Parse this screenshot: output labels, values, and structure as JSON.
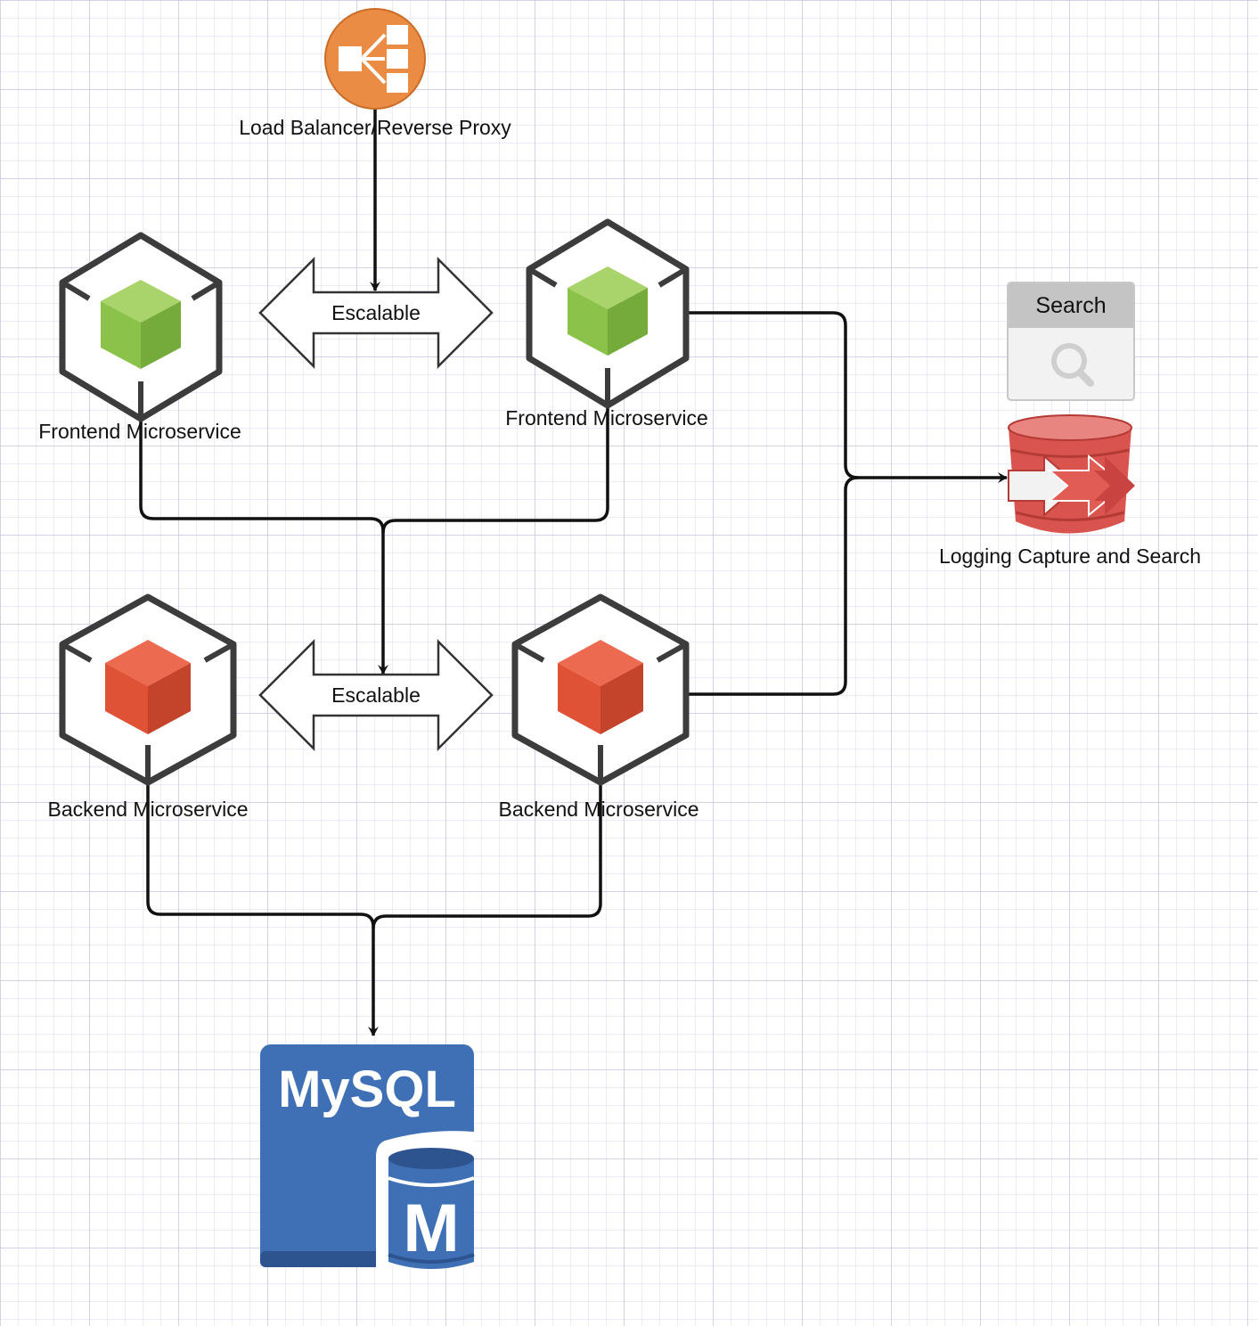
{
  "nodes": {
    "load_balancer": {
      "label": "Load Balancer/Reverse Proxy",
      "icon": "load-balancer-icon",
      "color": "#ea8c44"
    },
    "frontend_left": {
      "label": "Frontend Microservice",
      "icon": "cube-icon",
      "color": "#8bc34a"
    },
    "frontend_right": {
      "label": "Frontend Microservice",
      "icon": "cube-icon",
      "color": "#8bc34a"
    },
    "backend_left": {
      "label": "Backend Microservice",
      "icon": "cube-icon",
      "color": "#e05236"
    },
    "backend_right": {
      "label": "Backend Microservice",
      "icon": "cube-icon",
      "color": "#e05236"
    },
    "logging": {
      "label": "Logging Capture and Search",
      "icon": "logging-bucket-icon",
      "color": "#d9534f"
    },
    "search": {
      "label": "Search",
      "icon": "magnifier-icon"
    },
    "mysql": {
      "label": "MySQL",
      "sub_label": "M",
      "icon": "database-icon",
      "color": "#3f6fb5"
    }
  },
  "scaling_arrows": {
    "frontend": {
      "label": "Escalable"
    },
    "backend": {
      "label": "Escalable"
    }
  },
  "edges": [
    {
      "from": "load_balancer",
      "to": "frontend"
    },
    {
      "from": "frontend_left",
      "to": "backend"
    },
    {
      "from": "frontend_right",
      "to": "backend"
    },
    {
      "from": "frontend_right",
      "to": "logging"
    },
    {
      "from": "backend_right",
      "to": "logging"
    },
    {
      "from": "backend_left",
      "to": "mysql"
    },
    {
      "from": "backend_right",
      "to": "mysql"
    }
  ]
}
